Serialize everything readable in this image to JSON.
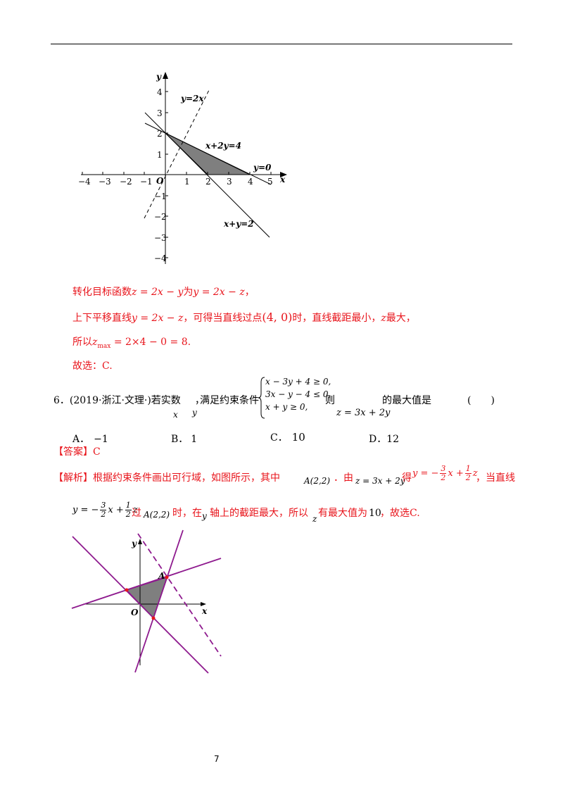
{
  "graph1": {
    "axis_x": "x",
    "axis_y": "y",
    "origin": "O",
    "x_ticks": [
      "−4",
      "−3",
      "−2",
      "−1",
      "1",
      "2",
      "3",
      "4",
      "5"
    ],
    "y_ticks": [
      "4",
      "3",
      "2",
      "1",
      "−1",
      "−2",
      "−3",
      "−4"
    ],
    "label_y2x": "y=2x",
    "label_x2y4": "x+2y=4",
    "label_y0": "y=0",
    "label_xy2": "x+y=2"
  },
  "solution5": {
    "line1_a": "转化目标函数",
    "line1_m1": "z = 2x − y",
    "line1_b": "为",
    "line1_m2": "y = 2x − z",
    "line1_c": "，",
    "line2_a": "上下平移直线",
    "line2_m1": "y = 2x − z",
    "line2_b": "，可得当直线过点",
    "line2_m2": "(4, 0)",
    "line2_c": "时，直线截距最小，",
    "line2_z": "z",
    "line2_d": "最大，",
    "line3_a": "所以",
    "line3_m1": "z",
    "line3_sub": "max",
    "line3_m2": " = 2×4 − 0 = 8",
    "line3_c": ".",
    "line4": "故选：C."
  },
  "question6": {
    "stem_a": "6．(2019·浙江·文理·)若实数",
    "stem_comma": "，",
    "var_x": "x",
    "var_y": "y",
    "stem_b": "满足约束条件",
    "sys1": "x − 3y + 4 ≥ 0,",
    "sys2": "3x − y − 4 ≤ 0,",
    "sys3": "x + y ≥ 0,",
    "stem_c": "则",
    "objective": "z = 3x + 2y",
    "stem_d": "的最大值是",
    "paren": "(　　)",
    "opt_a_label": "A．",
    "opt_a": "−1",
    "opt_b_label": "B．",
    "opt_b": "1",
    "opt_c_label": "C．",
    "opt_c": "10",
    "opt_d_label": "D．",
    "opt_d": "12",
    "answer_label": "【答案】",
    "answer": "C",
    "analysis_label": "【解析】",
    "analysis_a": "根据约束条件画出可行域，如图所示，其中",
    "point_a": "A(2,2)",
    "analysis_b": "．由",
    "analysis_m1": "z = 3x + 2y",
    "analysis_c": "得",
    "analysis_m2_pre": "y = −",
    "frac1_num": "3",
    "frac1_den": "2",
    "analysis_m2_mid": "x +",
    "frac2_num": "1",
    "frac2_den": "2",
    "analysis_m2_post": "z",
    "analysis_d": "，当直线",
    "analysis_e": "过",
    "analysis_f": "时，在",
    "analysis_y": "y",
    "analysis_g": "轴上的截距最大，所以",
    "analysis_z": "z",
    "analysis_h": "有最大值为",
    "analysis_ten": "10",
    "analysis_i": "，故选C."
  },
  "graph2": {
    "axis_x": "x",
    "axis_y": "y",
    "origin": "O",
    "point_label": "A"
  },
  "page_number": "7",
  "colors": {
    "accent": "#e8141b",
    "lines2": "#8e1a8e",
    "region": "#808080"
  }
}
